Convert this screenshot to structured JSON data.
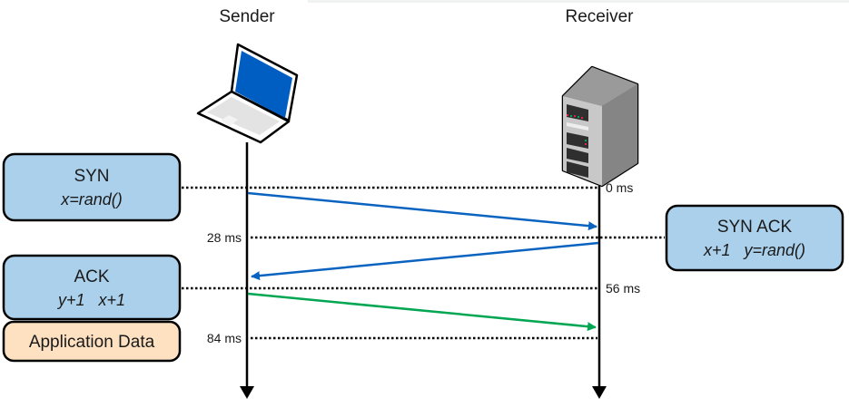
{
  "title": "TCP three-way handshake timeline",
  "endpoints": {
    "sender": {
      "label": "Sender",
      "icon": "laptop-icon"
    },
    "receiver": {
      "label": "Receiver",
      "icon": "server-icon"
    }
  },
  "time_marks": [
    {
      "label": "0 ms",
      "side": "right"
    },
    {
      "label": "28 ms",
      "side": "left"
    },
    {
      "label": "56 ms",
      "side": "right"
    },
    {
      "label": "84 ms",
      "side": "left"
    }
  ],
  "messages": [
    {
      "id": "syn",
      "title": "SYN",
      "detail": "x=rand()",
      "from": "sender",
      "to": "receiver",
      "color": "#0b63c0",
      "box_side": "left"
    },
    {
      "id": "syn-ack",
      "title": "SYN ACK",
      "detail": "x+1   y=rand()",
      "from": "receiver",
      "to": "sender",
      "color": "#0b63c0",
      "box_side": "right"
    },
    {
      "id": "ack",
      "title": "ACK",
      "detail": "y+1   x+1",
      "from": "sender",
      "to": "receiver",
      "color": "#00a651",
      "box_side": "left"
    },
    {
      "id": "app-data",
      "title": "Application Data",
      "detail": "",
      "box_side": "left"
    }
  ],
  "colors": {
    "handshake_box": "#abd0eb",
    "data_box": "#fde1c1",
    "syn_arrow": "#0b63c0",
    "data_arrow": "#00a651",
    "laptop_screen": "#005ec2",
    "server_body": "#8a8a8a"
  }
}
